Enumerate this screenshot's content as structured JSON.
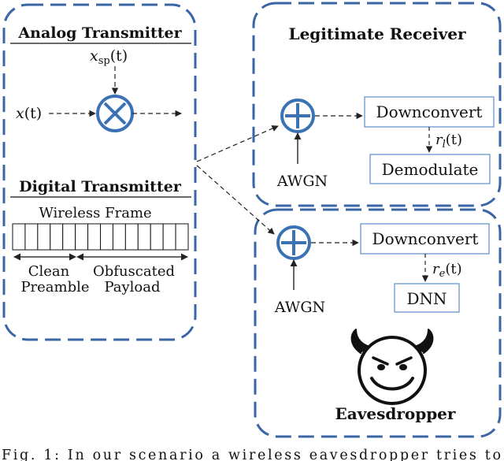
{
  "colors": {
    "panel_border": "#3a66a6",
    "operator": "#3a72b4",
    "block_border": "#5b8ec7",
    "text": "#111111",
    "arrow": "#222222"
  },
  "transmitter": {
    "analog_title": "Analog Transmitter",
    "spread_signal": "x",
    "spread_signal_sub": "sp",
    "arg": "(t)",
    "input_signal": "x",
    "multiply_icon": "circled-times-icon",
    "digital_title": "Digital Transmitter",
    "frame_label": "Wireless Frame",
    "frame_slots": 14,
    "preamble_label": [
      "Clean",
      "Preamble"
    ],
    "payload_label": [
      "Obfuscated",
      "Payload"
    ]
  },
  "receiver": {
    "title": "Legitimate Receiver",
    "add_icon": "circled-plus-icon",
    "noise": "AWGN",
    "downconvert": "Downconvert",
    "signal": "r",
    "signal_sub": "l",
    "arg": "(t)",
    "demodulate": "Demodulate"
  },
  "eavesdropper": {
    "title": "Eavesdropper",
    "add_icon": "circled-plus-icon",
    "noise": "AWGN",
    "downconvert": "Downconvert",
    "signal": "r",
    "signal_sub": "e",
    "arg": "(t)",
    "classifier": "DNN",
    "face_icon": "devil-face-icon"
  },
  "caption": "Fig. 1: In our scenario a wireless eavesdropper tries to"
}
